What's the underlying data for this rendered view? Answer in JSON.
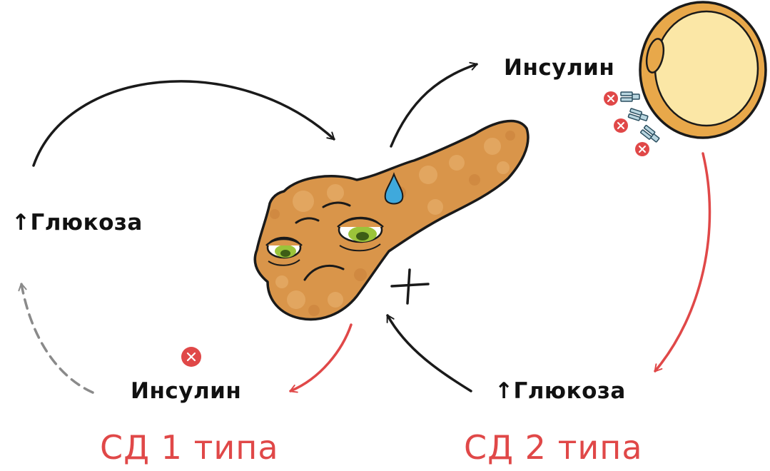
{
  "labels": {
    "glucose_left": "↑Глюкоза",
    "insulin_top": "Инсулин",
    "insulin_bottom": "Инсулин",
    "glucose_right": "↑Глюкоза"
  },
  "titles": {
    "type1": "СД 1 типа",
    "type2": "СД 2 типа"
  },
  "colors": {
    "black_arrow": "#1a1a1a",
    "red_arrow": "#e04848",
    "gray_dashed_arrow": "#8a8a8a",
    "pancreas": "#d9954a",
    "cell_fill": "#fbe7a6",
    "cell_outline": "#e2a93f",
    "blocked_marker": "#e04848",
    "sweat_drop": "#3fa9dc",
    "eye_iris": "#9bc43a"
  },
  "icons": {
    "pancreas": "tired-pancreas-icon",
    "cell": "cell-icon",
    "blocked": "red-x-circle-icon",
    "receptor": "insulin-receptor-icon",
    "sweat": "sweat-drop-icon",
    "plus": "plus-sign-icon"
  }
}
